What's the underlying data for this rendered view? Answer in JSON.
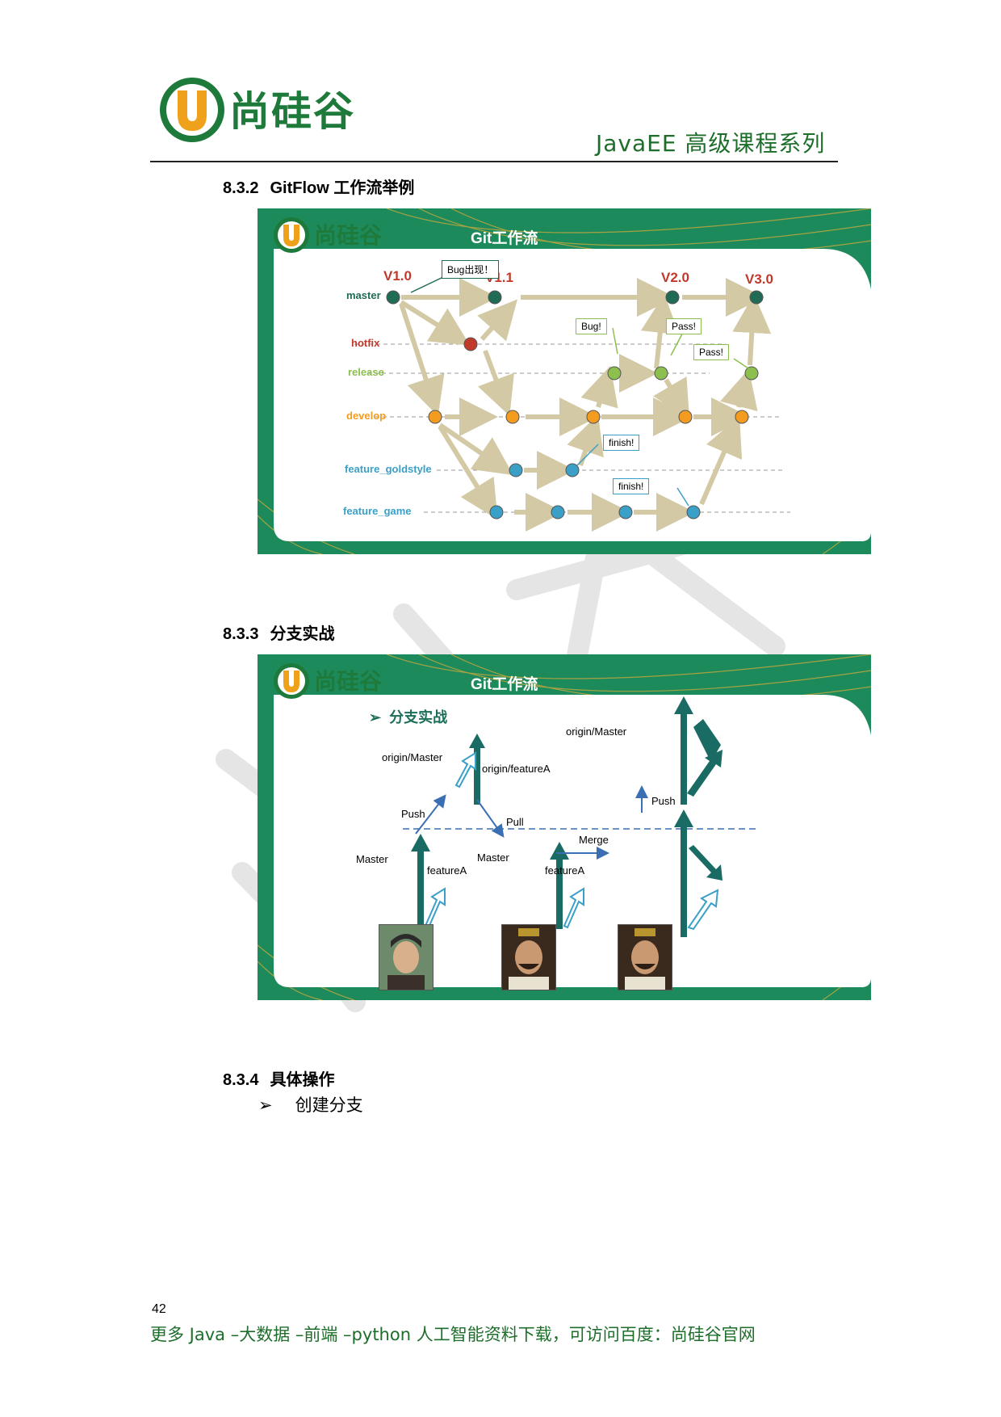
{
  "header": {
    "logo_text": "尚硅谷",
    "series": "JavaEE 高级课程系列"
  },
  "sections": [
    {
      "num": "8.3.2",
      "title": "GitFlow 工作流举例"
    },
    {
      "num": "8.3.3",
      "title": "分支实战"
    },
    {
      "num": "8.3.4",
      "title": "具体操作"
    }
  ],
  "slide1": {
    "logo_text": "尚硅谷",
    "title": "Git工作流",
    "branches": [
      "master",
      "hotfix",
      "release",
      "develop",
      "feature_goldstyle",
      "feature_game"
    ],
    "versions": [
      "V1.0",
      "V1.1",
      "V2.0",
      "V3.0"
    ],
    "callouts": {
      "bug1": "Bug出现！",
      "bug2": "Bug!",
      "pass1": "Pass!",
      "pass2": "Pass!",
      "finish1": "finish!",
      "finish2": "finish!"
    },
    "colors": {
      "master": "#1f6b55",
      "hotfix": "#c0392b",
      "release": "#8cbf4e",
      "develop": "#f39c1f",
      "feature": "#3aa0c8"
    }
  },
  "slide2": {
    "logo_text": "尚硅谷",
    "title": "Git工作流",
    "subtitle": "分支实战",
    "labels": {
      "origin_master_1": "origin/Master",
      "origin_featureA": "origin/featureA",
      "origin_master_2": "origin/Master",
      "push_1": "Push",
      "pull": "Pull",
      "push_2": "Push",
      "merge": "Merge",
      "master_1": "Master",
      "featureA_1": "featureA",
      "master_2": "Master",
      "featureA_2": "featureA"
    }
  },
  "bullet": {
    "text": "创建分支"
  },
  "footer": {
    "page_number": "42",
    "text": "更多 Java –大数据 –前端 –python 人工智能资料下载，可访问百度：尚硅谷官网"
  }
}
